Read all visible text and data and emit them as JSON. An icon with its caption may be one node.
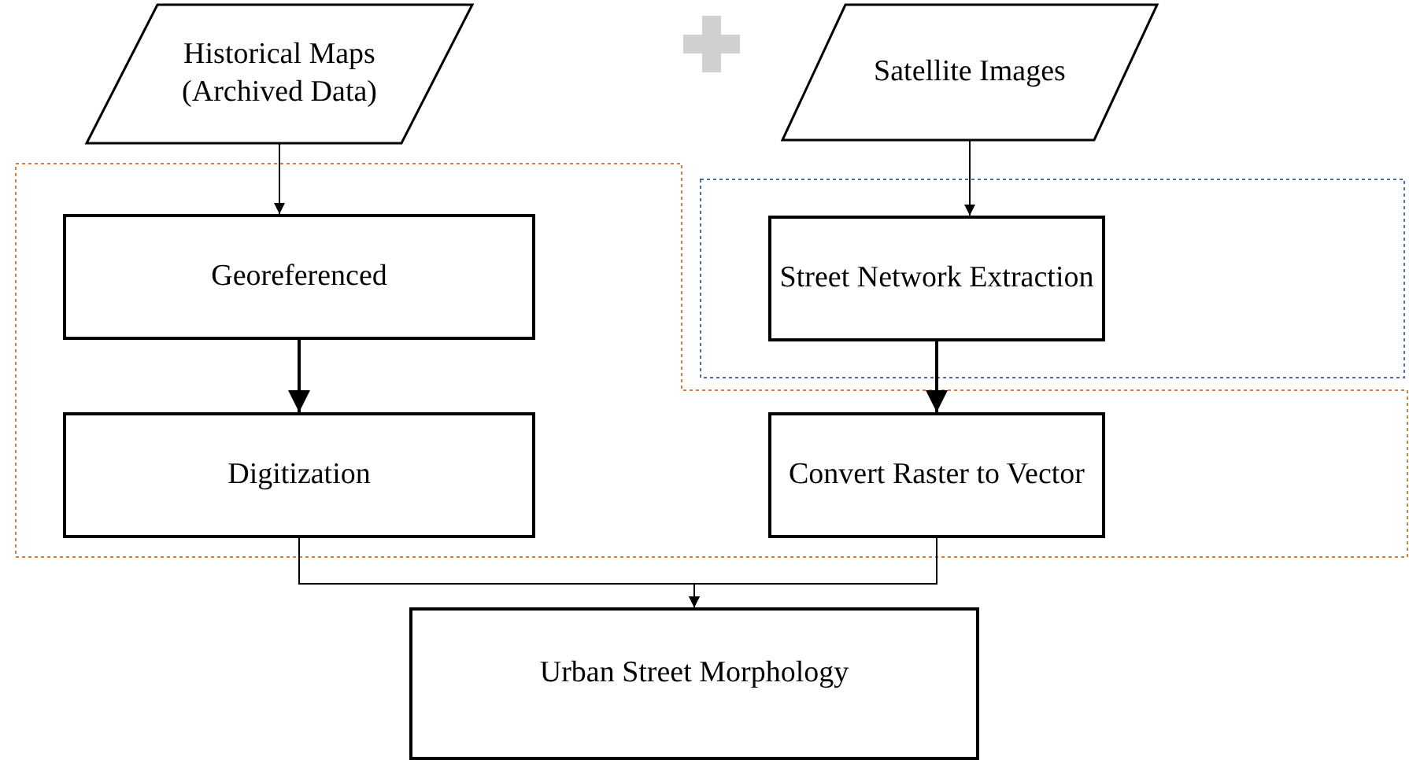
{
  "diagram": {
    "nodes": [
      {
        "text": [
          "Historical Maps (Archived Data)"
        ]
      },
      {
        "text": [
          "Satellite Images"
        ]
      },
      {
        "text": [
          "Georeferenced"
        ]
      },
      {
        "text": [
          "Street Network Extraction"
        ]
      },
      {
        "text": [
          "Digitization"
        ]
      },
      {
        "text": [
          "Convert Raster to Vector"
        ]
      },
      {
        "text": [
          "Urban Street Morphology"
        ]
      }
    ],
    "edges": [
      {
        "from": 0,
        "to": 2,
        "arrow": "to"
      },
      {
        "from": 2,
        "to": 4,
        "arrow": "to"
      },
      {
        "from": 1,
        "to": 3,
        "arrow": "to"
      },
      {
        "from": 3,
        "to": 5,
        "arrow": "to"
      },
      {
        "from": 4,
        "to": 6,
        "arrow": "to"
      },
      {
        "from": 5,
        "to": 6,
        "arrow": "to"
      }
    ]
  }
}
